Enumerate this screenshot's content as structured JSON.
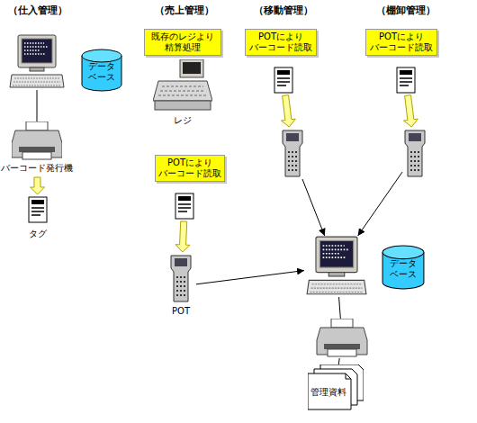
{
  "diagram": {
    "nodes": [
      {
        "text": []
      },
      {
        "text": [
          "データ ベース"
        ]
      },
      {
        "text": [
          "バーコード発行機"
        ]
      },
      {
        "text": [
          "タグ"
        ]
      },
      {
        "text": [
          "既存のレジより 精算処理"
        ]
      },
      {
        "text": [
          "レジ"
        ]
      },
      {
        "text": [
          "POTにより バーコード読取"
        ]
      },
      {
        "text": []
      },
      {
        "text": [
          "POT"
        ]
      },
      {
        "text": [
          "POTにより バーコード読取"
        ]
      },
      {
        "text": []
      },
      {
        "text": []
      },
      {
        "text": [
          "POTにより バーコード読取"
        ]
      },
      {
        "text": []
      },
      {
        "text": []
      },
      {
        "text": []
      },
      {
        "text": [
          "データ ベース"
        ]
      },
      {
        "text": []
      },
      {
        "text": [
          "管理資料"
        ]
      }
    ],
    "edges": [
      {
        "from": 0,
        "to": 2,
        "arrow": "none"
      },
      {
        "from": 2,
        "to": 3,
        "arrow": "to"
      },
      {
        "from": 7,
        "to": 8,
        "arrow": "to"
      },
      {
        "from": 8,
        "to": 15,
        "arrow": "to"
      },
      {
        "from": 10,
        "to": 11,
        "arrow": "to"
      },
      {
        "from": 11,
        "to": 15,
        "arrow": "to"
      },
      {
        "from": 13,
        "to": 14,
        "arrow": "to"
      },
      {
        "from": 14,
        "to": 15,
        "arrow": "to"
      },
      {
        "from": 15,
        "to": 17,
        "arrow": "none"
      },
      {
        "from": 17,
        "to": 18,
        "arrow": "none"
      }
    ],
    "labels": [
      "（仕入管理）",
      "（売上管理）",
      "（移動管理）",
      "（棚卸管理）"
    ]
  }
}
